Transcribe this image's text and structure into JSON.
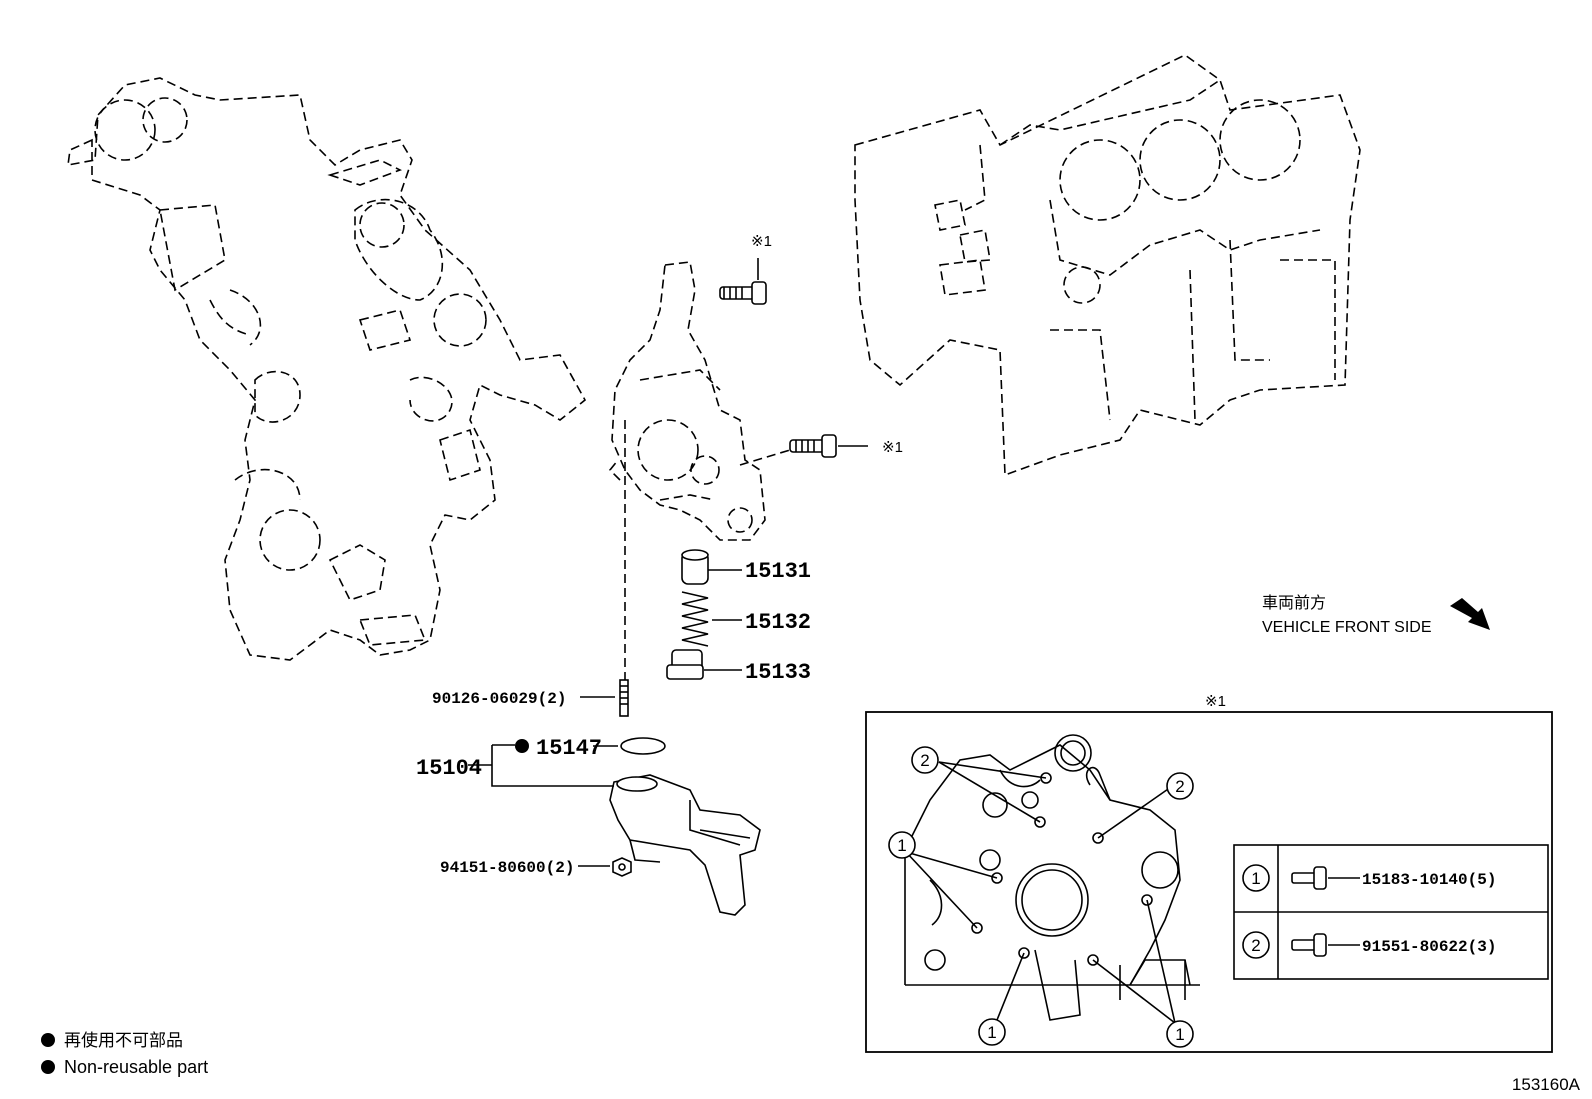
{
  "vehicle_front": {
    "ja": "車両前方",
    "en": "VEHICLE FRONT SIDE"
  },
  "callouts": {
    "mark1": "※1",
    "mark2": "※1",
    "detail_mark": "※1",
    "p15131": "15131",
    "p15132": "15132",
    "p15133": "15133",
    "p90126": "90126-06029(2)",
    "p15147": "15147",
    "p15104": "15104",
    "p94151": "94151-80600(2)"
  },
  "detail": {
    "circle1": "1",
    "circle2": "2",
    "table": [
      {
        "key": "1",
        "part": "15183-10140(5)"
      },
      {
        "key": "2",
        "part": "91551-80622(3)"
      }
    ]
  },
  "legend": {
    "ja": "再使用不可部品",
    "en": "Non-reusable part"
  },
  "figure_id": "153160A"
}
